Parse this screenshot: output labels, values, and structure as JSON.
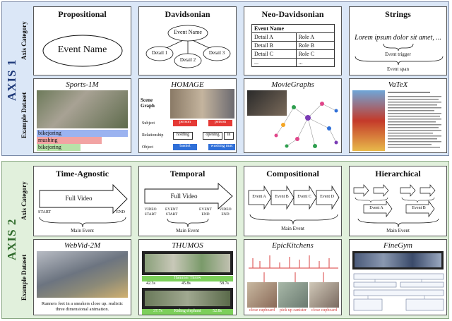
{
  "axis1": {
    "label": "AXIS 1",
    "row_category": "Axis Category",
    "row_dataset": "Example Dataset",
    "categories": [
      {
        "title": "Propositional",
        "center_text": "Event Name"
      },
      {
        "title": "Davidsonian",
        "center_text": "Event Name",
        "details": [
          "Detail 1",
          "Detail 2",
          "Detail 3"
        ]
      },
      {
        "title": "Neo-Davidsonian",
        "table_header": "Event Name",
        "rows": [
          [
            "Detail A",
            "Role A"
          ],
          [
            "Detail B",
            "Role B"
          ],
          [
            "Detail C",
            "Role C"
          ],
          [
            "...",
            "..."
          ]
        ]
      },
      {
        "title": "Strings",
        "text": "Lorem ipsum dolor sit amet, ...",
        "trigger": "Event trigger",
        "span": "Event span"
      }
    ],
    "datasets": [
      {
        "name": "Sports-1M",
        "labels": [
          "bikejoring",
          "mushing",
          "bikejoring"
        ]
      },
      {
        "name": "HOMAGE",
        "scene_graph": "Scene Graph",
        "subject": "Subject",
        "relationship": "Relationship",
        "object": "Object",
        "person": "person",
        "rels": [
          "holding",
          "opening",
          "in"
        ],
        "objs": [
          "basket",
          "washing mac"
        ]
      },
      {
        "name": "MovieGraphs"
      },
      {
        "name": "VaTeX"
      }
    ]
  },
  "axis2": {
    "label": "AXIS 2",
    "row_category": "Axis Category",
    "row_dataset": "Example Dataset",
    "categories": [
      {
        "title": "Time-Agnostic",
        "arrow_text": "Full Video",
        "start": "START",
        "end": "END",
        "main": "Main Event"
      },
      {
        "title": "Temporal",
        "arrow_text": "Full Video",
        "video_start": "VIDEO START",
        "event_start": "EVENT START",
        "event_end": "EVENT END",
        "video_end": "VIDEO END",
        "main": "Main Event"
      },
      {
        "title": "Compositional",
        "events": [
          "Event A",
          "Event B",
          "Event C",
          "Event D"
        ],
        "main": "Main Event"
      },
      {
        "title": "Hierarchical",
        "sub_a": "Event A",
        "sub_b": "Event B",
        "main": "Main Event"
      }
    ],
    "datasets": [
      {
        "name": "WebVid-2M",
        "caption": "Runners feet in a sneakers close up. realistic three dimensional animation."
      },
      {
        "name": "THUMOS",
        "times": [
          "42.3s",
          "45.8s",
          "58.7s",
          "37.7s",
          "52.8s"
        ],
        "labels": [
          "Hammer Throw",
          "Riding elephant"
        ]
      },
      {
        "name": "EpicKitchens",
        "captions": [
          "close cupboard",
          "pick up canister",
          "close cupboard"
        ]
      },
      {
        "name": "FineGym"
      }
    ]
  },
  "colors": {
    "axis1_bg": "#dbe7f7",
    "axis2_bg": "#e1f0dc",
    "axis1_text": "#1f3a7a",
    "axis2_text": "#2f6a2b"
  }
}
